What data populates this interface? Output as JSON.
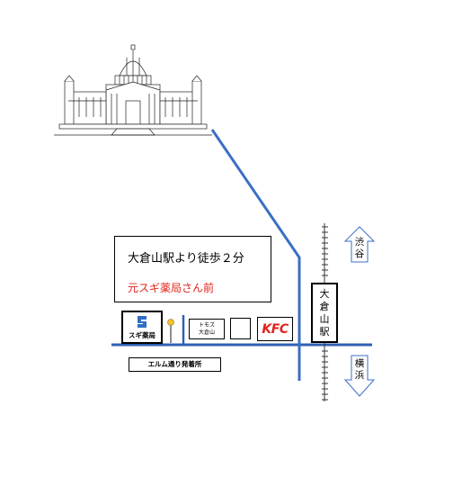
{
  "landmark": {
    "icon": "museum-building-icon"
  },
  "info_box": {
    "walk_text": "大倉山駅より徒歩２分",
    "former_location": "元スギ薬局さん前",
    "former_location_color": "#e2231a"
  },
  "shops": {
    "sugi": {
      "label": "スギ薬局",
      "icon": "pharmacy-logo-icon"
    },
    "tomoz": {
      "label": "トモズ\n大倉山"
    },
    "kfc": {
      "label": "KFC",
      "color": "#e2231a"
    }
  },
  "bus_stop": {
    "label": "エルム通り発着所",
    "icon": "bus-stop-pole-icon"
  },
  "station": {
    "name": "大\n倉\n山\n駅"
  },
  "directions": {
    "north": "渋\n谷",
    "south": "横\n浜"
  },
  "colors": {
    "route": "#3a6fc4",
    "road": "#2f5fb3",
    "arrow_outline": "#3a6fc4"
  }
}
